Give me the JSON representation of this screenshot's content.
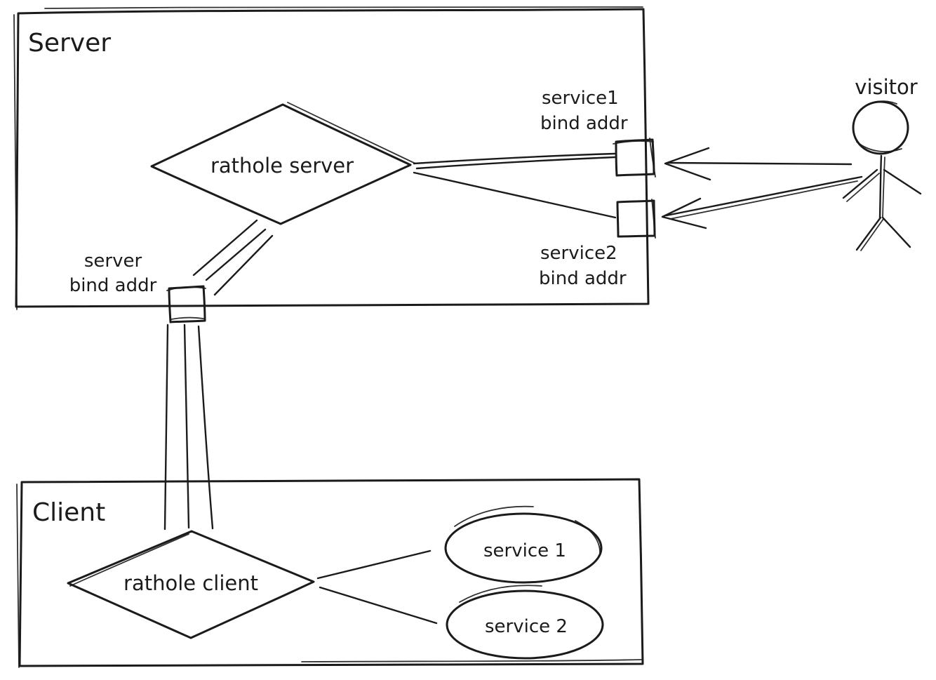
{
  "colors": {
    "ink": "#1b1b1b",
    "background": "#ffffff"
  },
  "server_group": {
    "label": "Server"
  },
  "client_group": {
    "label": "Client"
  },
  "nodes": {
    "rathole_server": {
      "label": "rathole server"
    },
    "rathole_client": {
      "label": "rathole client"
    },
    "service1_ellipse": {
      "label": "service 1"
    },
    "service2_ellipse": {
      "label": "service 2"
    },
    "visitor": {
      "label": "visitor"
    }
  },
  "ports": {
    "service1_bind": {
      "line1": "service1",
      "line2": "bind addr"
    },
    "service2_bind": {
      "line1": "service2",
      "line2": "bind addr"
    },
    "server_bind": {
      "line1": "server",
      "line2": "bind addr"
    }
  }
}
